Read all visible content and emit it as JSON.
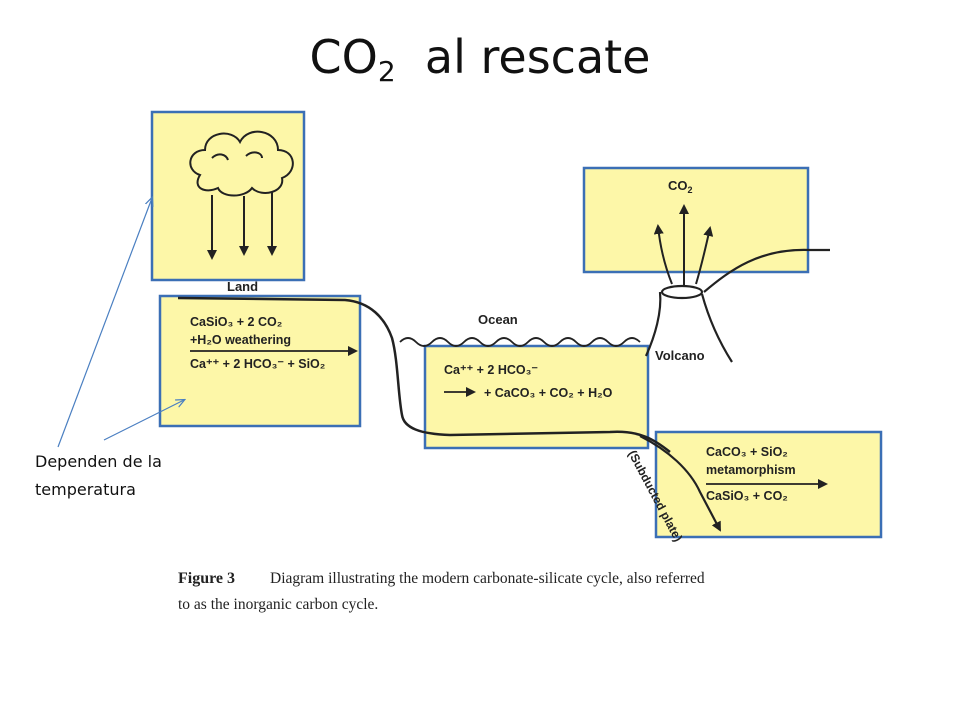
{
  "title": {
    "main": "CO",
    "subscript": "2",
    "rest": "al rescate"
  },
  "annotation": {
    "line1": "Dependen de la",
    "line2": "temperatura"
  },
  "figure": {
    "land_label": "Land",
    "ocean_label": "Ocean",
    "volcano_label": "Volcano",
    "subducted_label": "(Subducted plate)",
    "co2_label": {
      "main": "CO",
      "sub": "2"
    },
    "weathering": {
      "line1": "CaSiO₃ + 2 CO₂",
      "line2": "+H₂O weathering",
      "line3": "Ca⁺⁺ + 2 HCO₃⁻ + SiO₂"
    },
    "ocean_reaction": {
      "line1": "Ca⁺⁺ + 2 HCO₃⁻",
      "line2": "+ CaCO₃ + CO₂ + H₂O"
    },
    "metamorphism": {
      "line1": "CaCO₃ + SiO₂",
      "line2": "metamorphism",
      "line3": "CaSiO₃ + CO₂"
    },
    "caption": {
      "label": "Figure 3",
      "line1": "Diagram illustrating the modern carbonate-silicate cycle, also referred",
      "line2": "to as the inorganic carbon cycle."
    }
  },
  "colors": {
    "highlight_fill": "#fdf7a8",
    "highlight_border": "#3b6fb5",
    "arrow": "#4a7fc1",
    "ink": "#222222"
  }
}
